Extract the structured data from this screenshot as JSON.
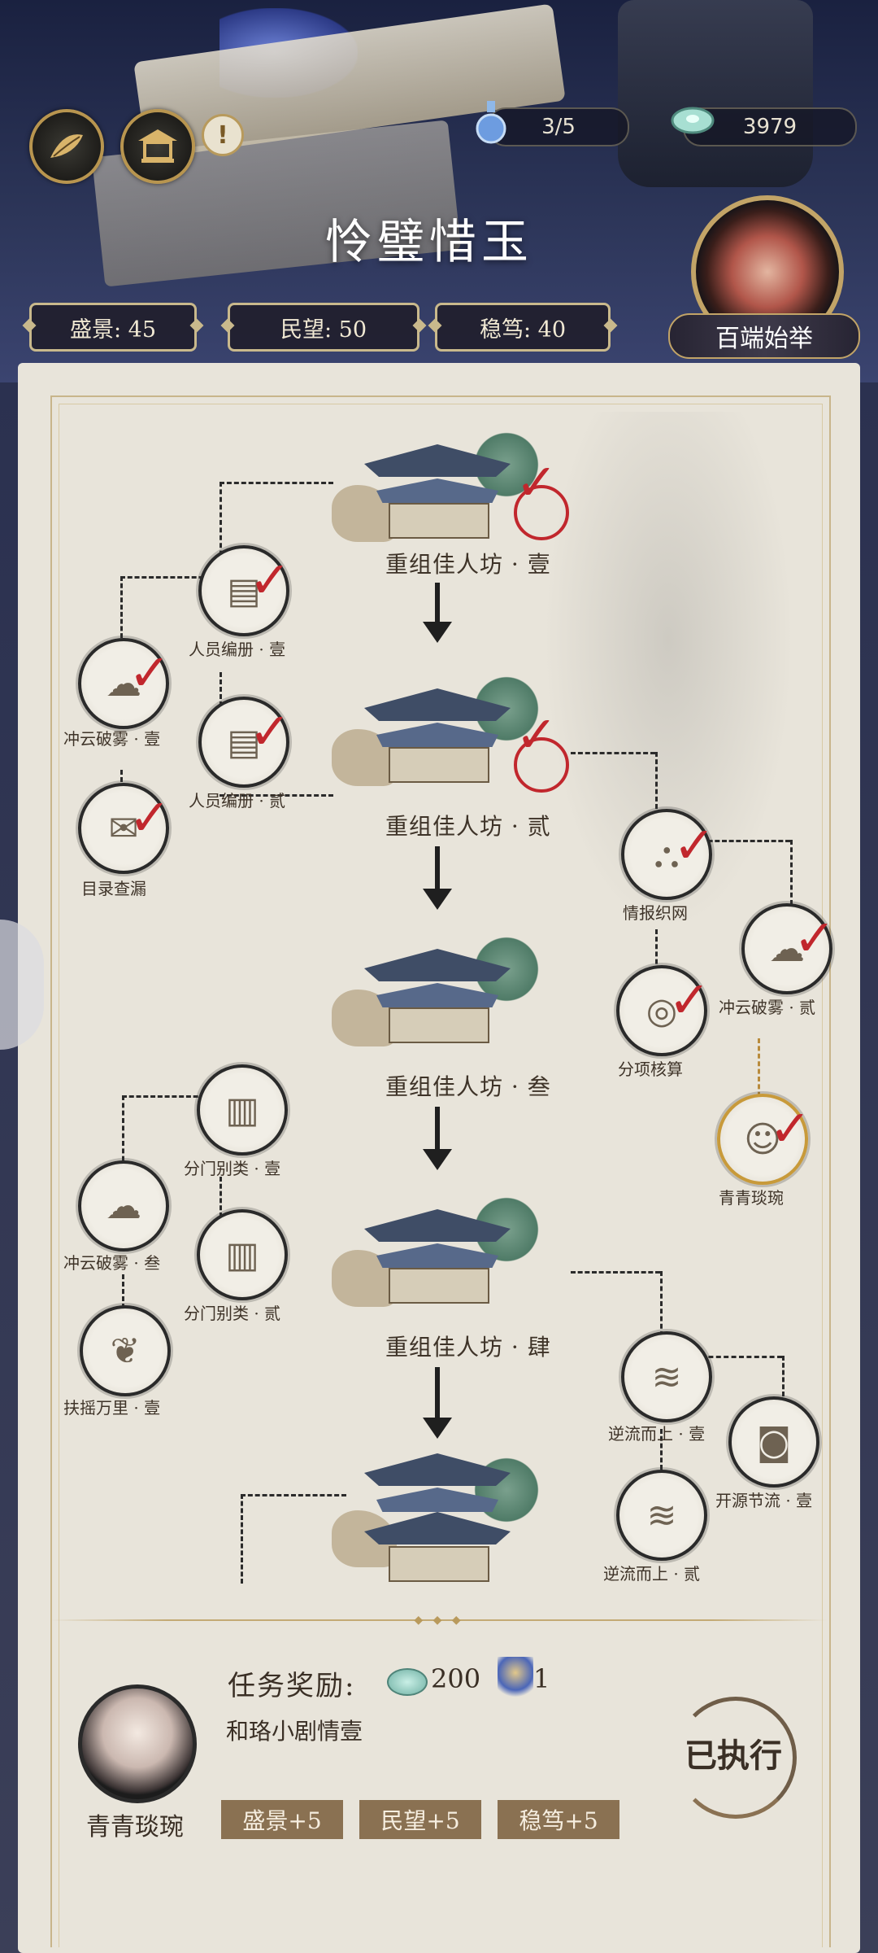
{
  "header": {
    "title": "怜璧惜玉",
    "potion_count": "3/5",
    "jade_count": "3979",
    "alert_symbol": "!",
    "stats": [
      {
        "label": "盛景: 45"
      },
      {
        "label": "民望: 50"
      },
      {
        "label": "稳笃: 40"
      }
    ],
    "event_button": "百端始举"
  },
  "tree": {
    "main_nodes": [
      {
        "label": "重组佳人坊 · 壹",
        "done": true
      },
      {
        "label": "重组佳人坊 · 贰",
        "done": true
      },
      {
        "label": "重组佳人坊 · 叁",
        "done": false
      },
      {
        "label": "重组佳人坊 · 肆",
        "done": false
      },
      {
        "label": "",
        "done": false
      }
    ],
    "side_nodes": [
      {
        "label": "人员编册 · 壹",
        "icon": "book-stack-icon",
        "done": true
      },
      {
        "label": "冲云破雾 · 壹",
        "icon": "cloud-icon",
        "done": true
      },
      {
        "label": "人员编册 · 贰",
        "icon": "book-stack-icon",
        "done": true
      },
      {
        "label": "目录查漏",
        "icon": "scroll-icon",
        "done": true
      },
      {
        "label": "情报织网",
        "icon": "net-icon",
        "done": true
      },
      {
        "label": "冲云破雾 · 贰",
        "icon": "cloud-icon",
        "done": true
      },
      {
        "label": "分项核算",
        "icon": "coins-icon",
        "done": true
      },
      {
        "label": "青青琰琬",
        "icon": "character-icon",
        "done": true
      },
      {
        "label": "分门别类 · 壹",
        "icon": "books-icon",
        "done": false
      },
      {
        "label": "冲云破雾 · 叁",
        "icon": "cloud-icon",
        "done": false
      },
      {
        "label": "分门别类 · 贰",
        "icon": "books-icon",
        "done": false
      },
      {
        "label": "扶摇万里 · 壹",
        "icon": "fairy-icon",
        "done": false
      },
      {
        "label": "逆流而上 · 壹",
        "icon": "wave-icon",
        "done": false
      },
      {
        "label": "开源节流 · 壹",
        "icon": "coin-icon",
        "done": false
      },
      {
        "label": "逆流而上 · 贰",
        "icon": "wave-icon",
        "done": false
      }
    ]
  },
  "reward": {
    "title": "任务奖励:",
    "jade_amount": "200",
    "item_amount": "1",
    "description": "和珞小剧情壹",
    "character_name": "青青琰琬",
    "tags": [
      "盛景+5",
      "民望+5",
      "稳笃+5"
    ],
    "status": "已执行"
  }
}
